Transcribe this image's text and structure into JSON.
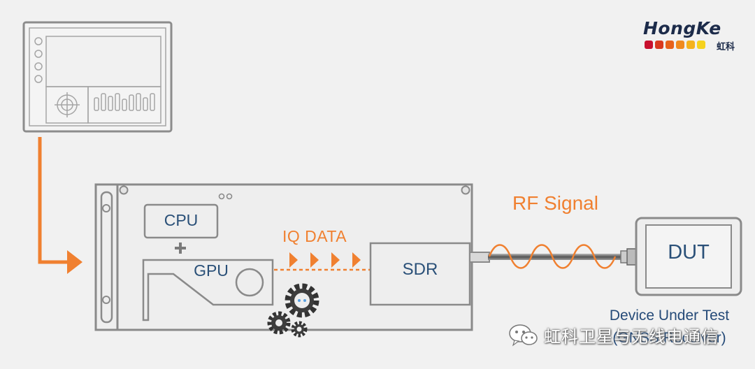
{
  "logo": {
    "wordmark": "HongKe",
    "subtext": "虹科",
    "dot_colors": [
      "#c8102e",
      "#d9391e",
      "#e7621b",
      "#f08a1e",
      "#f5b21c",
      "#f6d21e"
    ]
  },
  "diagram": {
    "cpu": "CPU",
    "plus": "+",
    "gpu": "GPU",
    "iq_data": "IQ DATA",
    "sdr": "SDR",
    "rf_signal": "RF Signal",
    "dut": "DUT",
    "dut_caption_line1": "Device Under Test",
    "dut_caption_line2": "(GNSS Receiver)"
  },
  "watermark": {
    "text": "虹科卫星与无线电通信"
  },
  "colors": {
    "accent_orange": "#f08030",
    "stroke_gray": "#8a8a8a",
    "text_blue": "#2a5078",
    "panel_fill": "#eeeeee"
  },
  "icons": [
    "wechat-icon",
    "gear-icon",
    "crosshair-icon"
  ]
}
